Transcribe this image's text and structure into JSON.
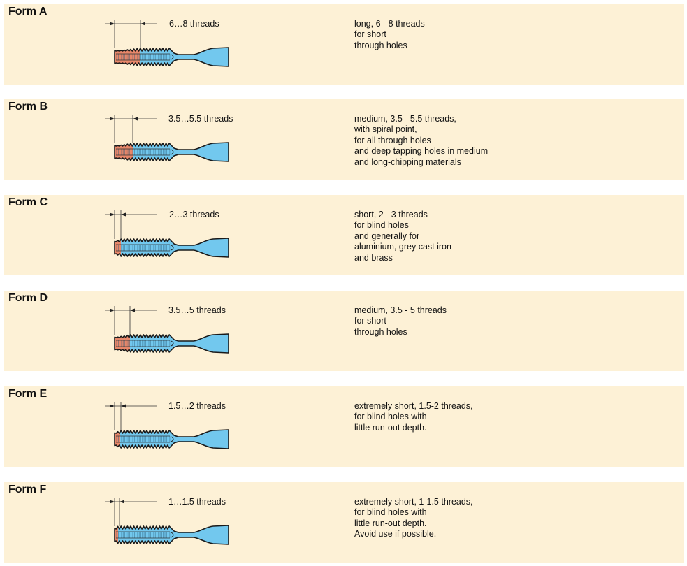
{
  "colors": {
    "panel_bg": "#fdf1d6",
    "chamfer": "#e8876a",
    "body": "#72c8ee",
    "outline": "#1a1a1a"
  },
  "forms": [
    {
      "title": "Form A",
      "threads": "6…8 threads",
      "description": [
        "long, 6 - 8 threads",
        "for short",
        "through holes"
      ]
    },
    {
      "title": "Form B",
      "threads": "3.5…5.5 threads",
      "description": [
        "medium, 3.5 - 5.5 threads,",
        "with spiral point,",
        "for all through holes",
        "and deep tapping holes in medium",
        "and long-chipping materials"
      ]
    },
    {
      "title": "Form C",
      "threads": "2…3 threads",
      "description": [
        "short, 2 - 3 threads",
        "for blind holes",
        "and generally for",
        "aluminium, grey cast iron",
        "and brass"
      ]
    },
    {
      "title": "Form D",
      "threads": "3.5…5 threads",
      "description": [
        "medium, 3.5 - 5 threads",
        "for short",
        "through holes"
      ]
    },
    {
      "title": "Form E",
      "threads": "1.5…2 threads",
      "description": [
        "extremely short, 1.5-2 threads,",
        "for blind holes with",
        "little run-out depth."
      ]
    },
    {
      "title": "Form F",
      "threads": "1…1.5 threads",
      "description": [
        "extremely short, 1-1.5 threads,",
        "for blind holes with",
        "little run-out depth.",
        "Avoid use if possible."
      ]
    }
  ]
}
